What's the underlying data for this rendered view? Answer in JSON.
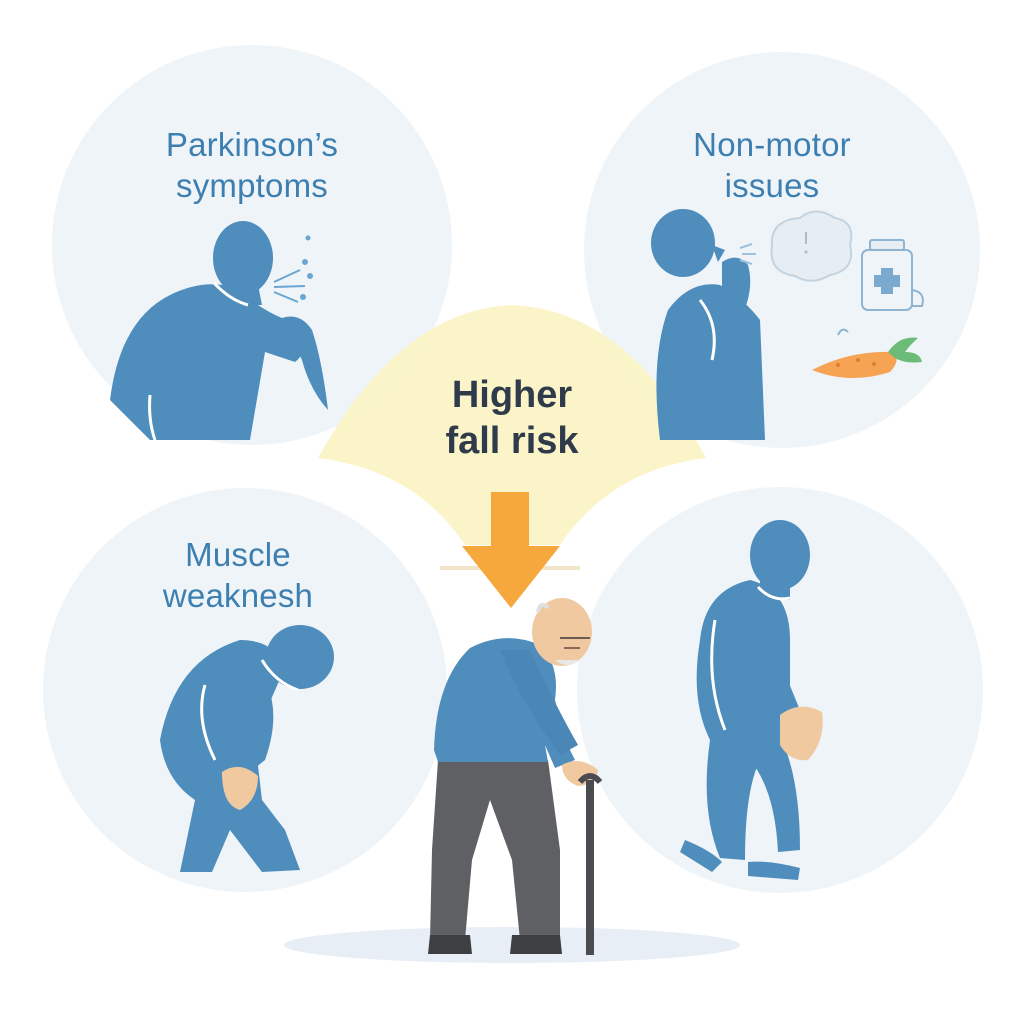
{
  "panels": {
    "parkinsons": {
      "line1": "Parkinson’s",
      "line2": "symptoms"
    },
    "nonmotor": {
      "line1": "Non-motor",
      "line2": "issues"
    },
    "muscle": {
      "line1": "Muscle",
      "line2": "weaknesh"
    }
  },
  "center": {
    "line1": "Higher",
    "line2": "fall risk"
  },
  "colors": {
    "circle_fill": "#eef4f8",
    "figure_blue": "#4f8dbd",
    "label_blue": "#3d7fb0",
    "highlight_yellow": "#fbf3c4",
    "arrow_orange": "#f6a83c",
    "pants_gray": "#5f6063",
    "skin": "#f0c9a0"
  },
  "icons": [
    "cough-spray-icon",
    "thought-cloud-icon",
    "medicine-bottle-icon",
    "carrot-icon",
    "walking-cane-icon",
    "down-arrow-icon"
  ]
}
